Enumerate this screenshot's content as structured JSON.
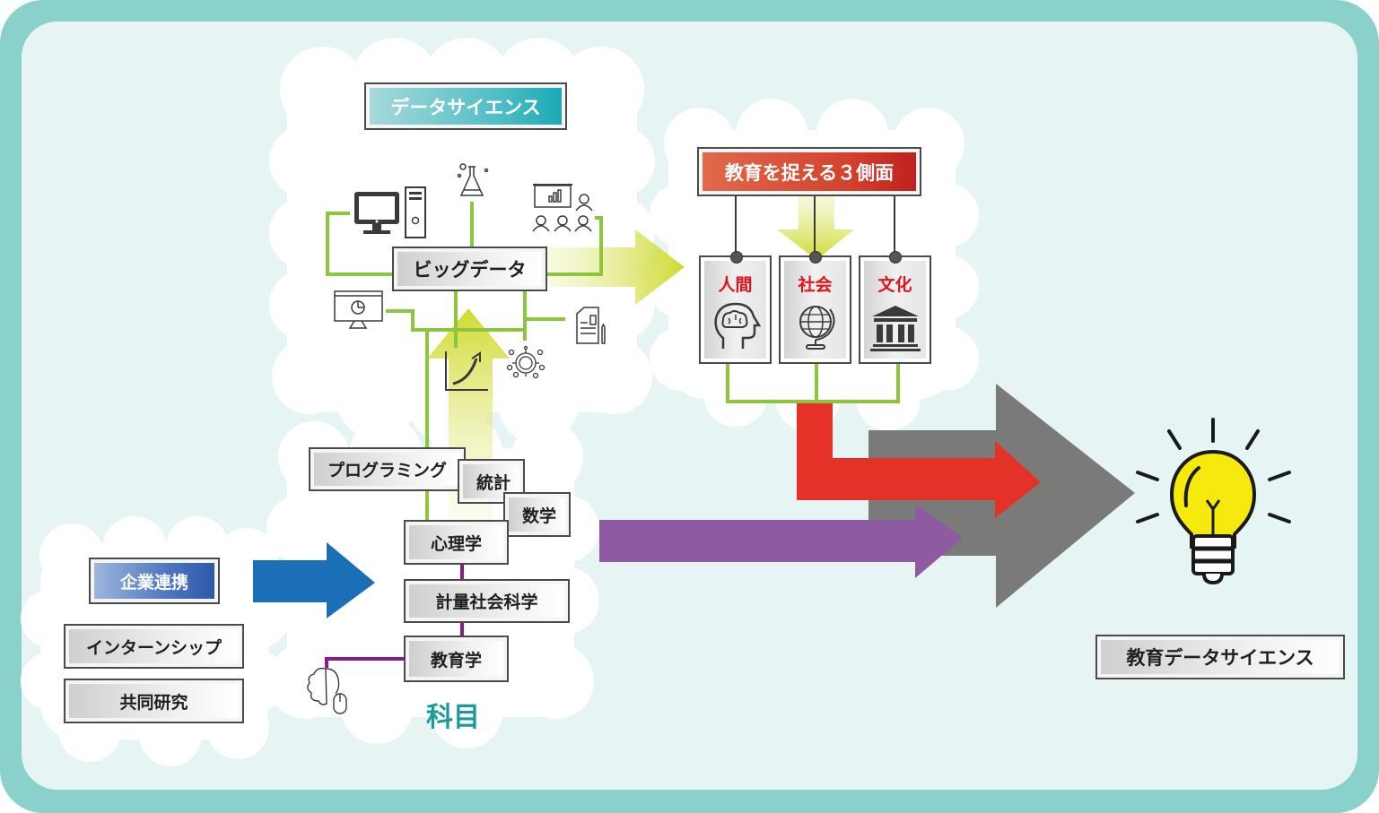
{
  "diagram": {
    "title": "データサイエンス",
    "big_data": "ビッグデータ",
    "three_aspects_title": "教育を捉える３側面",
    "aspects": [
      {
        "label": "人間",
        "icon": "brain-head-icon"
      },
      {
        "label": "社会",
        "icon": "globe-icon"
      },
      {
        "label": "文化",
        "icon": "classical-building-icon"
      }
    ],
    "subjects": {
      "caption": "科目",
      "items": [
        "プログラミング",
        "統計",
        "数学",
        "心理学",
        "計量社会科学",
        "教育学"
      ]
    },
    "industry": {
      "title": "企業連携",
      "items": [
        "インターンシップ",
        "共同研究"
      ]
    },
    "result": {
      "label": "教育データサイエンス",
      "icon": "light-bulb-icon"
    },
    "data_source_icons": [
      "computer-icon",
      "lab-flask-icon",
      "presentation-audience-icon",
      "pie-chart-monitor-icon",
      "document-icon",
      "virus-icon",
      "growth-chart-icon",
      "brain-mouse-icon"
    ],
    "colors": {
      "frame": "#8ad1cc",
      "background": "#e7f4f4",
      "green_line": "#8cc63f",
      "green_arrow": "#d2de3c",
      "red_arrow": "#e53228",
      "purple_arrow": "#8e5ba3",
      "blue_arrow": "#1a6fb7",
      "gray_arrow": "#7a7a78",
      "bulb_yellow": "#f5e90e",
      "aspect_label_red": "#e0141c",
      "subjects_caption": "#1a9b98"
    }
  }
}
